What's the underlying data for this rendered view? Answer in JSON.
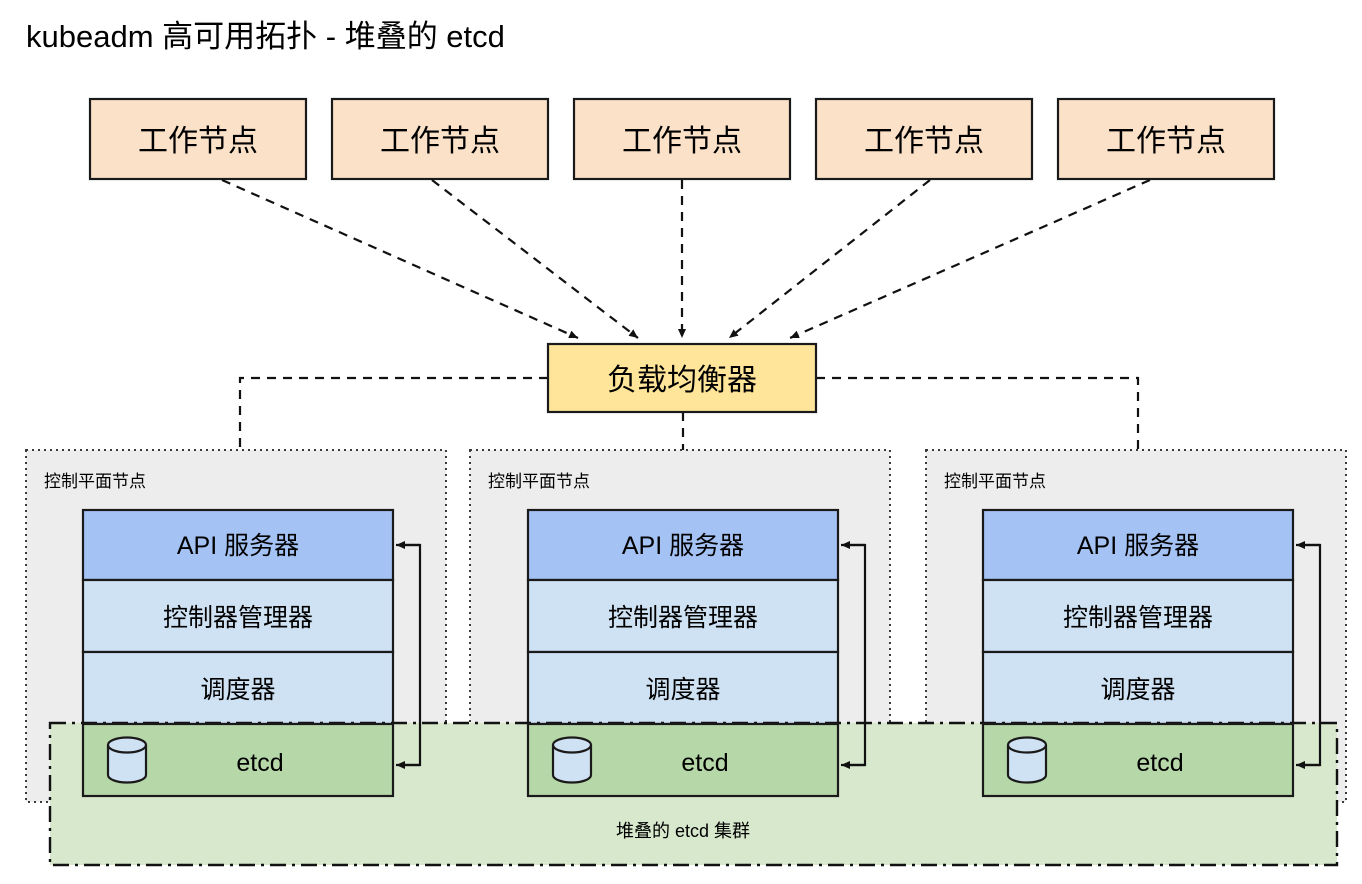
{
  "title": "kubeadm 高可用拓扑 - 堆叠的 etcd",
  "colors": {
    "worker_fill": "#fae1c8",
    "lb_fill": "#ffe599",
    "apiserver_fill": "#a4c2f4",
    "component_fill": "#cfe2f3",
    "etcd_fill": "#b6d7a8",
    "cluster_band_fill": "#d7e8cd",
    "panel_fill": "#ededed",
    "stroke": "#1a1a1a"
  },
  "workers": [
    {
      "label": "工作节点"
    },
    {
      "label": "工作节点"
    },
    {
      "label": "工作节点"
    },
    {
      "label": "工作节点"
    },
    {
      "label": "工作节点"
    }
  ],
  "load_balancer": {
    "label": "负载均衡器"
  },
  "control_planes": [
    {
      "caption": "控制平面节点",
      "components": [
        {
          "label": "API 服务器",
          "role": "apiserver"
        },
        {
          "label": "控制器管理器",
          "role": "controller-manager"
        },
        {
          "label": "调度器",
          "role": "scheduler"
        },
        {
          "label": "etcd",
          "role": "etcd",
          "icon": "database-cylinder-icon"
        }
      ]
    },
    {
      "caption": "控制平面节点",
      "components": [
        {
          "label": "API 服务器",
          "role": "apiserver"
        },
        {
          "label": "控制器管理器",
          "role": "controller-manager"
        },
        {
          "label": "调度器",
          "role": "scheduler"
        },
        {
          "label": "etcd",
          "role": "etcd",
          "icon": "database-cylinder-icon"
        }
      ]
    },
    {
      "caption": "控制平面节点",
      "components": [
        {
          "label": "API 服务器",
          "role": "apiserver"
        },
        {
          "label": "控制器管理器",
          "role": "controller-manager"
        },
        {
          "label": "调度器",
          "role": "scheduler"
        },
        {
          "label": "etcd",
          "role": "etcd",
          "icon": "database-cylinder-icon"
        }
      ]
    }
  ],
  "etcd_cluster": {
    "caption": "堆叠的 etcd 集群"
  }
}
